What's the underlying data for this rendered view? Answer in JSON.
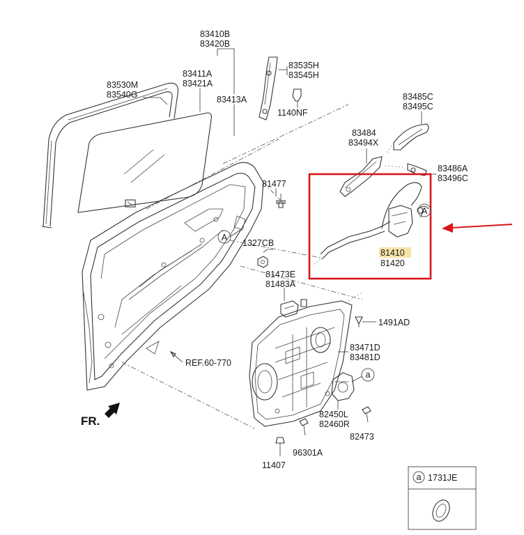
{
  "labels": {
    "glass_run_a": "83530M",
    "glass_run_b": "83540G",
    "glass_group_a": "83410B",
    "glass_group_b": "83420B",
    "glass_a": "83411A",
    "glass_b": "83421A",
    "glass_c": "83413A",
    "channel_a": "83535H",
    "channel_b": "83545H",
    "bolt_1140": "1140NF",
    "handle_a": "83485C",
    "handle_b": "83495C",
    "cable_a": "83484",
    "cable_b": "83494X",
    "handle_base_a": "83486A",
    "handle_base_b": "83496C",
    "stud_81477": "81477",
    "nut_1327": "1327CB",
    "latch_a": "81410",
    "latch_b": "81420",
    "striker_a": "81473E",
    "striker_b": "81483A",
    "clip_1491": "1491AD",
    "panel_a": "83471D",
    "panel_b": "83481D",
    "ref": "REF.60-770",
    "motor_a": "82450L",
    "motor_b": "82460R",
    "screw_82473": "82473",
    "screw_96301": "96301A",
    "screw_11407": "11407",
    "front": "FR.",
    "callout_A": "A",
    "callout_a": "a",
    "legend_key": "a",
    "legend_part": "1731JE"
  },
  "colors": {
    "highlight_box": "#d9151b",
    "arrow": "#d9151b",
    "label_highlight": "#f7e3a8"
  }
}
